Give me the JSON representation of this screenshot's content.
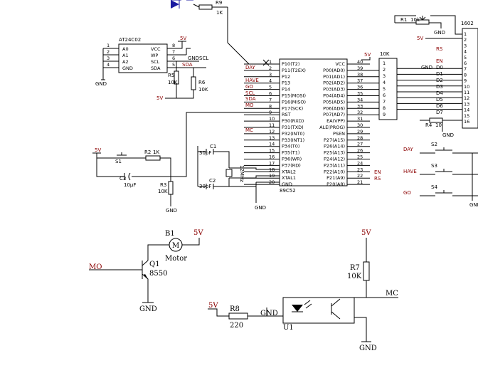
{
  "top_led": {
    "r9": "R9",
    "r9_val": "1K"
  },
  "eeprom": {
    "part": "AT24C02",
    "left_pins": [
      "A0",
      "A1",
      "A2",
      "GND"
    ],
    "left_nums": [
      "1",
      "2",
      "3",
      "4"
    ],
    "right_pins": [
      "VCC",
      "WP",
      "SCL",
      "SDA"
    ],
    "right_nums": [
      "8",
      "7",
      "6",
      "5"
    ],
    "vcc": "5V",
    "gnd": "GND",
    "scl": "SCL",
    "sda": "SDA",
    "r5": "R5",
    "r5_val": "10K",
    "r6": "R6",
    "r6_val": "10K",
    "v5b": "5V"
  },
  "mcu": {
    "part": "89C52",
    "left_pins": [
      "P10(T2)",
      "P11(T2EX)",
      "P12",
      "P13",
      "P14",
      "P15(MOSI)",
      "P16(MISO)",
      "P17(SCK)",
      "RST",
      "P30(RXD)",
      "P31(TXD)",
      "P32(INT0)",
      "P33(INT1)",
      "P34(T0)",
      "P35(T1)",
      "P36(WR)",
      "P37(RD)",
      "XTAL2",
      "XTAL1",
      "GND"
    ],
    "left_nums": [
      "1",
      "2",
      "3",
      "4",
      "5",
      "6",
      "7",
      "8",
      "9",
      "10",
      "11",
      "12",
      "13",
      "14",
      "15",
      "16",
      "17",
      "18",
      "19",
      "20"
    ],
    "right_pins": [
      "VCC",
      "P00(AD0)",
      "P01(AD1)",
      "P02(AD2)",
      "P03(AD3)",
      "P04(AD4)",
      "P05(AD5)",
      "P06(AD6)",
      "P07(AD7)",
      "EA(VPP)",
      "ALE(PROG)",
      "PSEN",
      "P27(A15)",
      "P26(A14)",
      "P25(A13)",
      "P24(A12)",
      "P23(A11)",
      "P22(A10)",
      "P21(A9)",
      "P20(A8)"
    ],
    "right_nums": [
      "40",
      "39",
      "38",
      "37",
      "36",
      "35",
      "34",
      "33",
      "32",
      "31",
      "30",
      "29",
      "28",
      "27",
      "26",
      "25",
      "24",
      "23",
      "22",
      "21"
    ],
    "left_nets": [
      "",
      "DAY",
      "HAVE",
      "GO",
      "SCL",
      "SDA",
      "MO",
      "",
      "",
      "",
      "MC"
    ],
    "right_nets": [
      "5V",
      "EN",
      "RS"
    ]
  },
  "rpack": {
    "label": "10K",
    "nums": [
      "1",
      "2",
      "3",
      "4",
      "5",
      "6",
      "7",
      "8",
      "9"
    ]
  },
  "lcd": {
    "part": "1602",
    "r1": "R1",
    "r1_val": "10k",
    "gnd": "GND",
    "v5": "5V",
    "nets": [
      "RS",
      "",
      "EN",
      "GND",
      "D0",
      "D1",
      "D2",
      "D3",
      "D4",
      "D5",
      "D6",
      "D7"
    ],
    "nums": [
      "1",
      "2",
      "3",
      "4",
      "5",
      "6",
      "7",
      "8",
      "9",
      "10",
      "11",
      "12",
      "13",
      "14",
      "15",
      "16"
    ],
    "r4": "R4",
    "r4_val": "10",
    "gnd2": "GND"
  },
  "reset": {
    "v5": "5V",
    "s1": "S1",
    "r2": "R2",
    "r2_val": "1K",
    "c3": "C3",
    "c3_val": "10μF",
    "r3": "R3",
    "r3_val": "10K",
    "gnd": "GND"
  },
  "crystal": {
    "c1": "C1",
    "c1_val": "30pF",
    "c2": "C2",
    "c2_val": "30pF",
    "y": "12MHz",
    "gnd": "GND"
  },
  "buttons": [
    {
      "net": "DAY",
      "sw": "S2"
    },
    {
      "net": "HAVE",
      "sw": "S3"
    },
    {
      "net": "GO",
      "sw": "S4"
    }
  ],
  "buttons_gnd": "GND",
  "motor": {
    "b1": "B1",
    "label": "Motor",
    "m": "M",
    "v5": "5V",
    "q1": "Q1",
    "q1_val": "8550",
    "net": "MO",
    "gnd": "GND"
  },
  "opto": {
    "v5": "5V",
    "r8": "R8",
    "r8_val": "220",
    "gnd": "GND",
    "u1": "U1",
    "v5b": "5V",
    "r7": "R7",
    "r7_val": "10K",
    "net": "MC",
    "gnd2": "GND"
  }
}
